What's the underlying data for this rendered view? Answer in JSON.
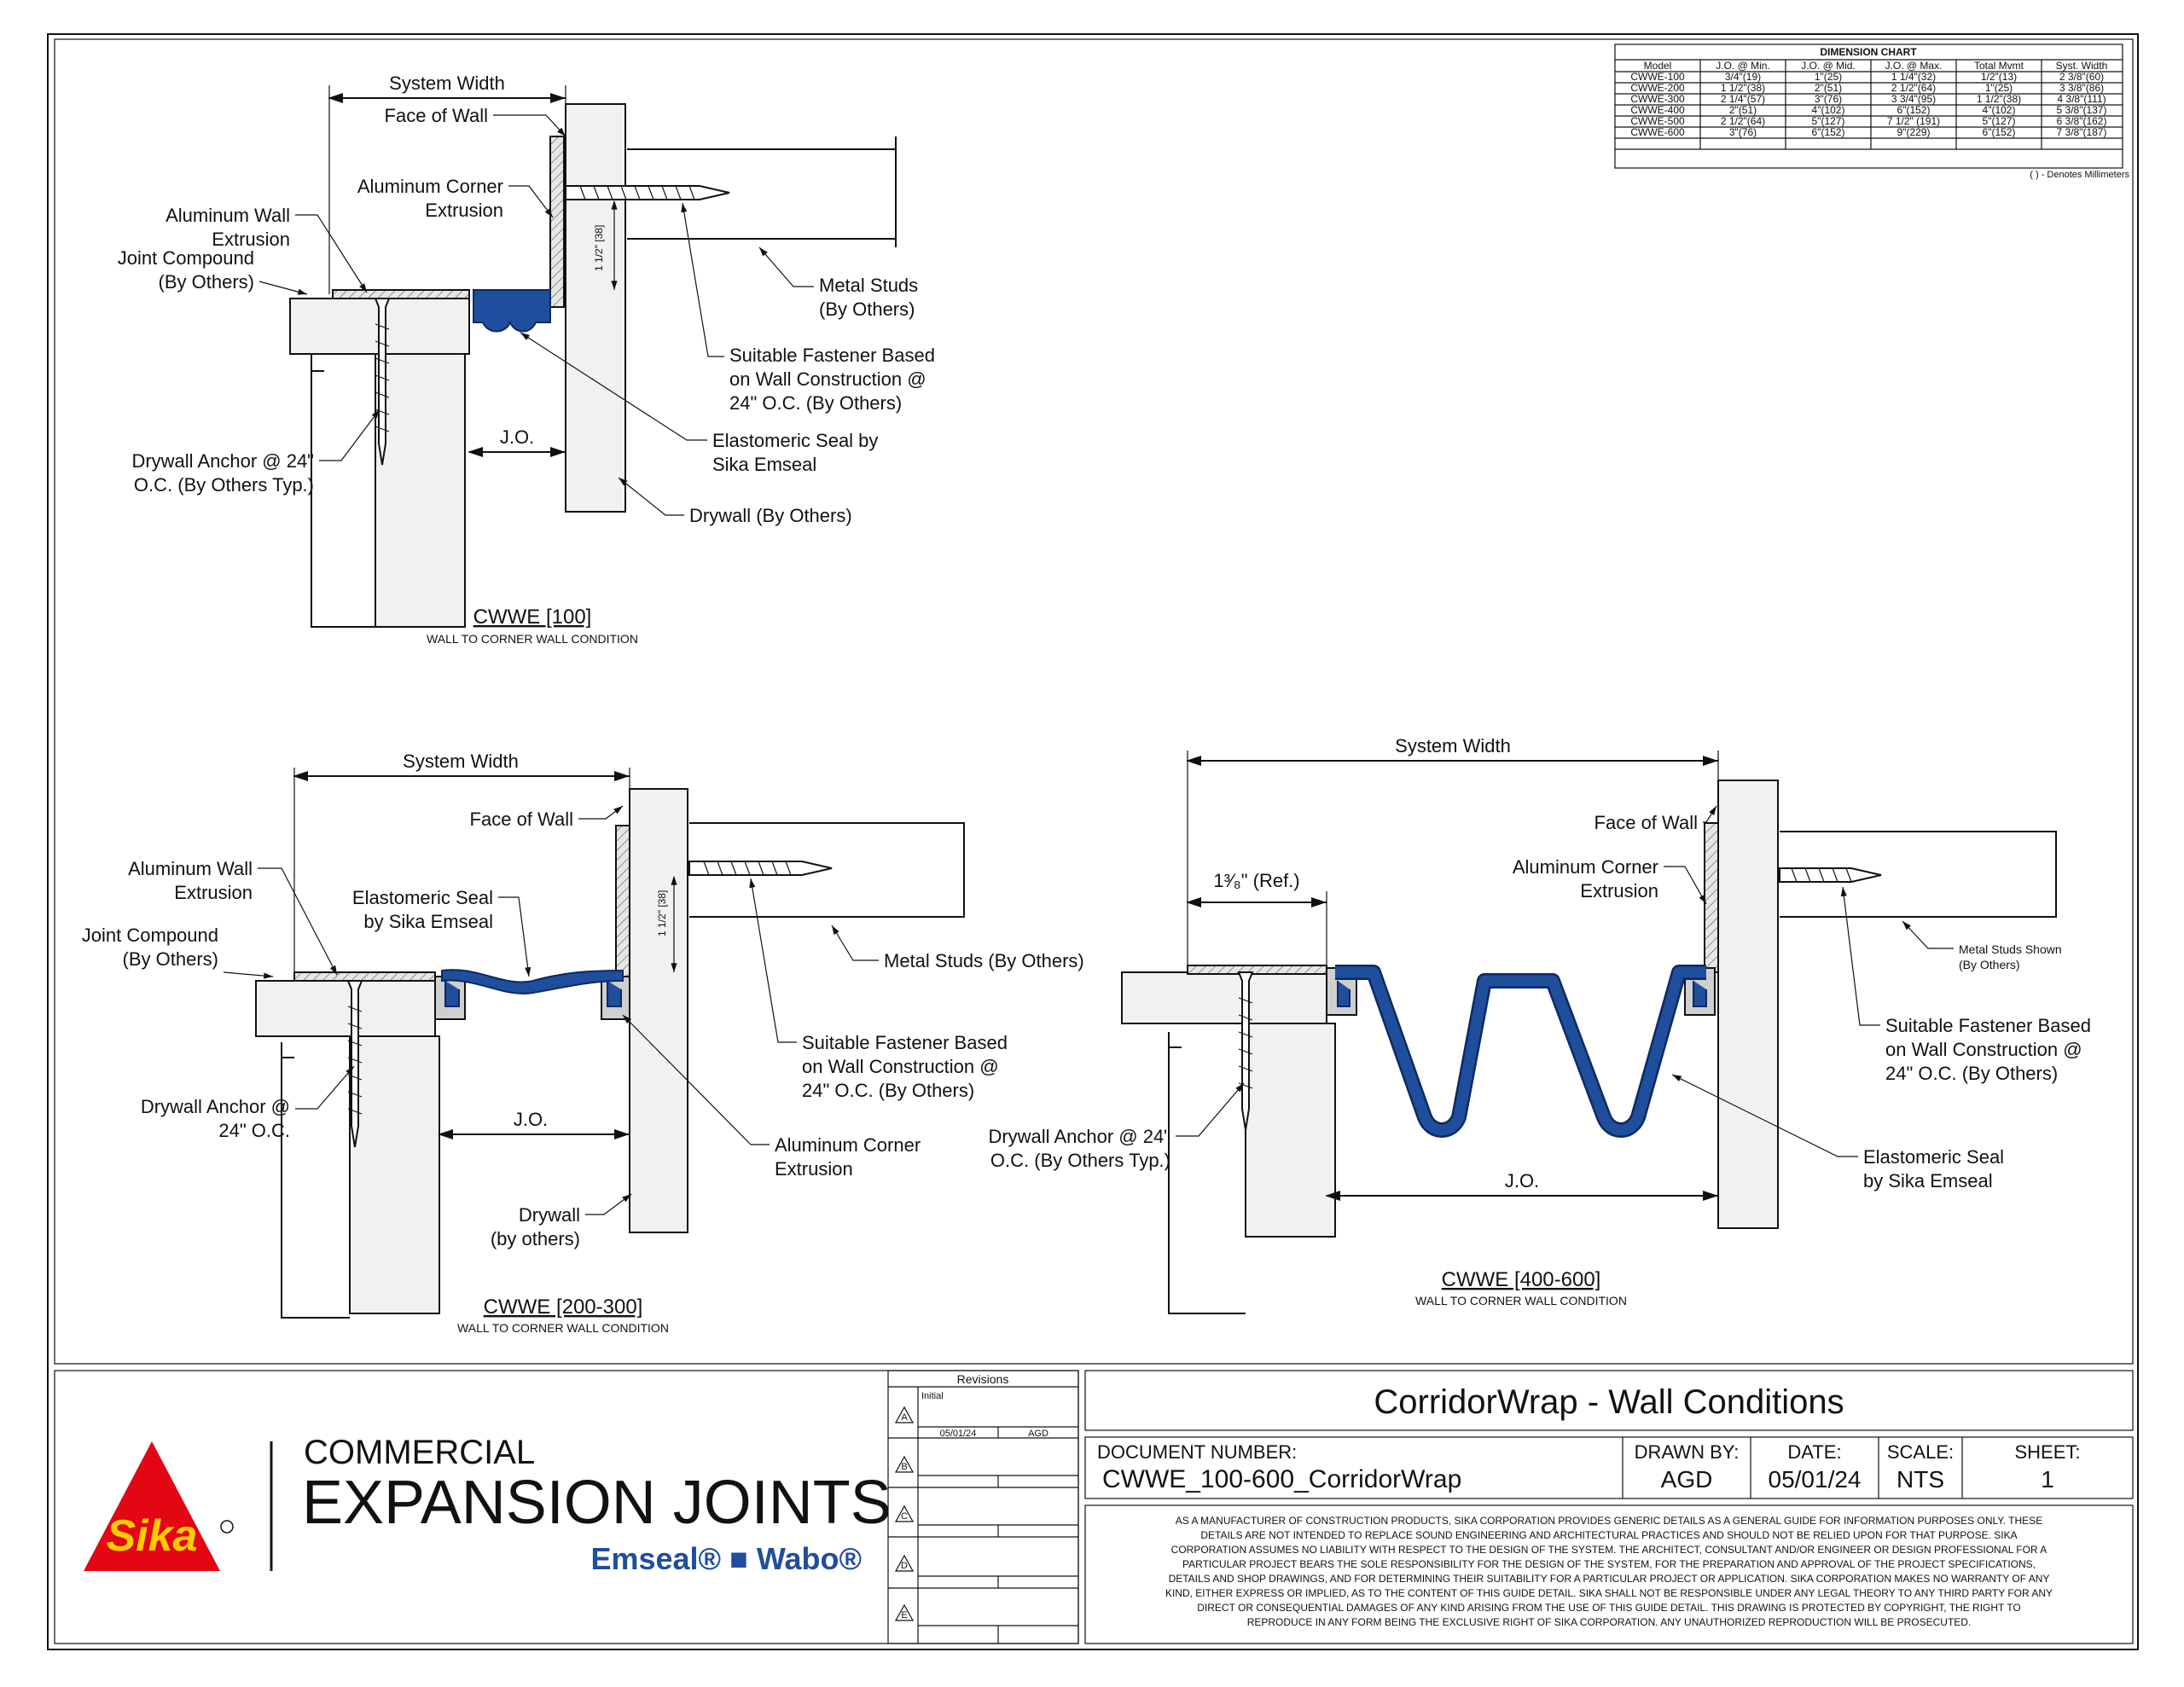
{
  "dimension_chart": {
    "title": "DIMENSION CHART",
    "headers": [
      "Model",
      "J.O. @ Min.",
      "J.O. @ Mid.",
      "J.O. @ Max.",
      "Total Mvmt",
      "Syst. Width"
    ],
    "rows": [
      [
        "CWWE-100",
        "3/4\"(19)",
        "1\"(25)",
        "1 1/4\"(32)",
        "1/2\"(13)",
        "2 3/8\"(60)"
      ],
      [
        "CWWE-200",
        "1 1/2\"(38)",
        "2\"(51)",
        "2 1/2\"(64)",
        "1\"(25)",
        "3 3/8\"(86)"
      ],
      [
        "CWWE-300",
        "2 1/4\"(57)",
        "3\"(76)",
        "3 3/4\"(95)",
        "1 1/2\"(38)",
        "4 3/8\"(111)"
      ],
      [
        "CWWE-400",
        "2\"(51)",
        "4\"(102)",
        "6\"(152)",
        "4\"(102)",
        "5 3/8\"(137)"
      ],
      [
        "CWWE-500",
        "2 1/2\"(64)",
        "5\"(127)",
        "7 1/2\" (191)",
        "5\"(127)",
        "6 3/8\"(162)"
      ],
      [
        "CWWE-600",
        "3\"(76)",
        "6\"(152)",
        "9\"(229)",
        "6\"(152)",
        "7 3/8\"(187)"
      ]
    ],
    "note": "( ) - Denotes Millimeters"
  },
  "detail_100": {
    "title": "CWWE [100]",
    "subtitle": "WALL TO CORNER WALL CONDITION",
    "labels": {
      "system_width": "System Width",
      "face_of_wall": "Face of Wall",
      "alu_corner_1": "Aluminum Corner",
      "alu_corner_2": "Extrusion",
      "alu_wall_1": "Aluminum Wall",
      "alu_wall_2": "Extrusion",
      "joint_compound_1": "Joint Compound",
      "joint_compound_2": "(By Others)",
      "metal_studs_1": "Metal Studs",
      "metal_studs_2": "(By Others)",
      "fastener_1": "Suitable Fastener Based",
      "fastener_2": "on Wall Construction @",
      "fastener_3": "24\" O.C. (By Others)",
      "seal_1": "Elastomeric Seal by",
      "seal_2": "Sika Emseal",
      "anchor_1": "Drywall Anchor @ 24\"",
      "anchor_2": "O.C. (By Others Typ.)",
      "jo": "J.O.",
      "drywall": "Drywall (By Others)",
      "dim_vertical": "1 1/2\" [38]"
    }
  },
  "detail_200": {
    "title": "CWWE [200-300]",
    "subtitle": "WALL TO  CORNER WALL CONDITION",
    "labels": {
      "system_width": "System Width",
      "face_of_wall": "Face of Wall",
      "alu_wall_1": "Aluminum Wall",
      "alu_wall_2": "Extrusion",
      "seal_1": "Elastomeric Seal",
      "seal_2": "by Sika Emseal",
      "joint_compound_1": "Joint Compound",
      "joint_compound_2": "(By Others)",
      "metal_studs": "Metal Studs (By Others)",
      "fastener_1": "Suitable Fastener Based",
      "fastener_2": "on Wall Construction @",
      "fastener_3": "24\" O.C. (By Others)",
      "anchor_1": "Drywall Anchor @",
      "anchor_2": "24\" O.C.",
      "jo": "J.O.",
      "alu_corner_1": "Aluminum Corner",
      "alu_corner_2": "Extrusion",
      "drywall_1": "Drywall",
      "drywall_2": "(by others)",
      "dim_vertical": "1 1/2\" [38]"
    }
  },
  "detail_400": {
    "title": "CWWE [400-600]",
    "subtitle": "WALL TO CORNER WALL CONDITION",
    "labels": {
      "system_width": "System Width",
      "face_of_wall": "Face of Wall",
      "ref_dim": "1³⁄₈\" (Ref.)",
      "alu_corner_1": "Aluminum Corner",
      "alu_corner_2": "Extrusion",
      "metal_studs_1": "Metal Studs Shown",
      "metal_studs_2": "(By Others)",
      "fastener_1": "Suitable Fastener Based",
      "fastener_2": "on Wall Construction @",
      "fastener_3": "24\" O.C. (By Others)",
      "anchor_1": "Drywall Anchor @ 24\"",
      "anchor_2": "O.C. (By Others Typ.)",
      "seal_1": "Elastomeric Seal",
      "seal_2": "by Sika Emseal",
      "jo": "J.O."
    }
  },
  "title_block": {
    "brand_logo_text": "Sika",
    "brand_line1": "COMMERCIAL",
    "brand_line2": "EXPANSION JOINTS",
    "brand_line3": "Emseal® ■ Wabo®",
    "revisions_header": "Revisions",
    "revisions": [
      {
        "mark": "A",
        "label": "Initial",
        "date": "05/01/24",
        "by": "AGD"
      },
      {
        "mark": "B",
        "label": "",
        "date": "",
        "by": ""
      },
      {
        "mark": "C",
        "label": "",
        "date": "",
        "by": ""
      },
      {
        "mark": "D",
        "label": "",
        "date": "",
        "by": ""
      },
      {
        "mark": "E",
        "label": "",
        "date": "",
        "by": ""
      }
    ],
    "drawing_title": "CorridorWrap - Wall Conditions",
    "doc_number_label": "DOCUMENT NUMBER:",
    "doc_number": "CWWE_100-600_CorridorWrap",
    "drawn_by_label": "DRAWN BY:",
    "drawn_by": "AGD",
    "date_label": "DATE:",
    "date": "05/01/24",
    "scale_label": "SCALE:",
    "scale": "NTS",
    "sheet_label": "SHEET:",
    "sheet": "1",
    "disclaimer": [
      "AS A MANUFACTURER OF CONSTRUCTION PRODUCTS, SIKA CORPORATION PROVIDES GENERIC DETAILS AS A GENERAL GUIDE FOR INFORMATION PURPOSES ONLY. THESE",
      "DETAILS ARE NOT INTENDED TO REPLACE SOUND ENGINEERING AND ARCHITECTURAL PRACTICES AND SHOULD NOT BE RELIED UPON FOR THAT PURPOSE. SIKA",
      "CORPORATION ASSUMES NO LIABILITY WITH RESPECT TO THE DESIGN OF THE SYSTEM. THE ARCHITECT, CONSULTANT AND/OR ENGINEER OR DESIGN PROFESSIONAL FOR A",
      "PARTICULAR PROJECT BEARS THE SOLE RESPONSIBILITY FOR THE DESIGN OF THE SYSTEM, FOR THE PREPARATION AND APPROVAL OF THE PROJECT SPECIFICATIONS,",
      "DETAILS AND SHOP DRAWINGS, AND FOR DETERMINING THEIR SUITABILITY FOR A PARTICULAR PROJECT OR APPLICATION. SIKA CORPORATION MAKES NO WARRANTY OF ANY",
      "KIND, EITHER EXPRESS OR IMPLIED, AS TO THE CONTENT OF THIS GUIDE DETAIL. SIKA SHALL NOT BE RESPONSIBLE UNDER ANY LEGAL THEORY TO ANY THIRD PARTY FOR ANY",
      "DIRECT OR CONSEQUENTIAL DAMAGES OF ANY KIND ARISING FROM THE USE OF THIS GUIDE DETAIL. THIS DRAWING IS PROTECTED BY COPYRIGHT, THE RIGHT TO",
      "REPRODUCE IN ANY FORM BEING THE EXCLUSIVE RIGHT OF SIKA CORPORATION. ANY UNAUTHORIZED REPRODUCTION WILL BE PROSECUTED."
    ]
  },
  "colors": {
    "seal_blue": "#1f4e9c",
    "sika_red": "#e30613",
    "sika_yellow": "#ffcc00",
    "brand_blue": "#1f4e9c"
  }
}
